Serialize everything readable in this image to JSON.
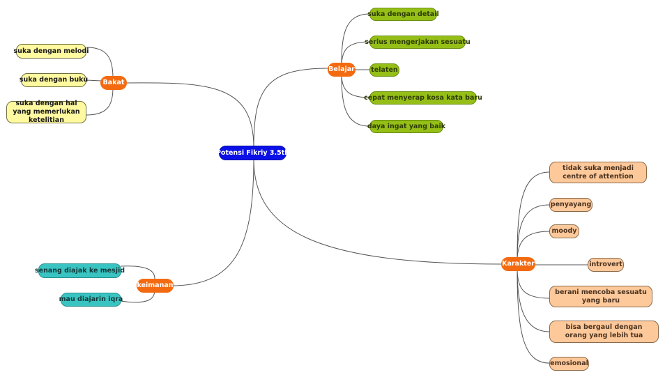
{
  "central": "Potensi Fikriy 3.5th",
  "branches": {
    "belajar": {
      "label": "Belajar",
      "items": [
        "suka dengan detail",
        "serius mengerjakan sesuatu",
        "telaten",
        "cepat menyerap kosa kata baru",
        "daya ingat yang baik"
      ]
    },
    "bakat": {
      "label": "Bakat",
      "items": [
        "suka dengan melodi",
        "suka dengan buku",
        "suka dengan hal yang memerlukan ketelitian"
      ]
    },
    "karakter": {
      "label": "Karakter",
      "items": [
        "tidak suka menjadi centre of attention",
        "penyayang",
        "moody",
        "introvert",
        "berani mencoba sesuatu yang baru",
        "bisa bergaul dengan orang yang lebih tua",
        "emosional"
      ]
    },
    "keimanan": {
      "label": "keimanan",
      "items": [
        "senang diajak ke mesjid",
        "mau diajarin iqra"
      ]
    }
  },
  "colors": {
    "central": "#0a10e6",
    "branch": "#f46a10",
    "belajar_leaf": "#95bf17",
    "bakat_leaf": "#fffaa0",
    "karakter_leaf": "#fdc89a",
    "keimanan_leaf": "#39c4c2"
  }
}
